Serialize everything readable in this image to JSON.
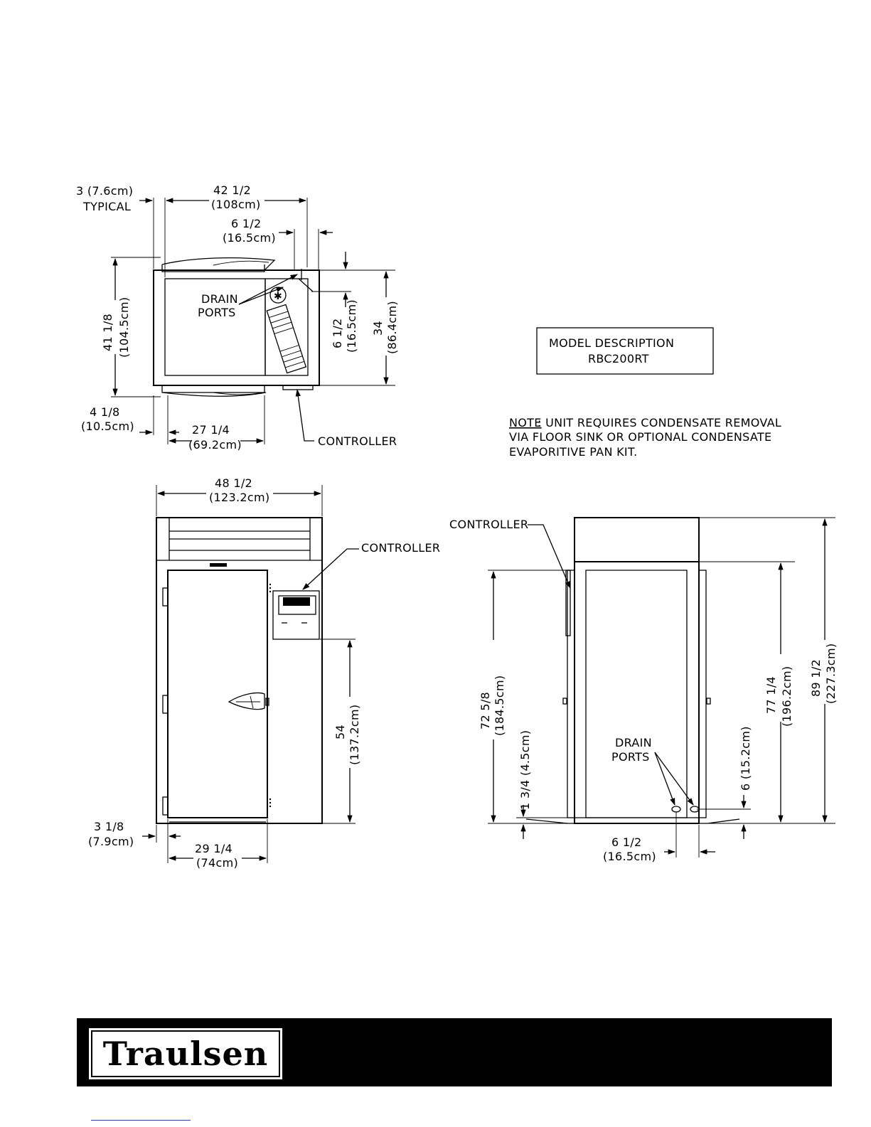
{
  "top_view": {
    "labels": {
      "typical_offset": "3 (7.6cm)",
      "typical": "TYPICAL",
      "width_in": "42  1/2",
      "width_cm": "(108cm)",
      "port_offset_in": "6  1/2",
      "port_offset_cm": "(16.5cm)",
      "depth_in": "41  1/8",
      "depth_cm": "(104.5cm)",
      "drain_ports_1": "DRAIN",
      "drain_ports_2": "PORTS",
      "side_port_in": "6  1/2",
      "side_port_cm": "(16.5cm)",
      "body_depth_in": "34",
      "body_depth_cm": "(86.4cm)",
      "front_offset_in": "4  1/8",
      "front_offset_cm": "(10.5cm)",
      "door_width_in": "27  1/4",
      "door_width_cm": "(69.2cm)",
      "controller": "CONTROLLER"
    }
  },
  "model_box": {
    "line1": "MODEL  DESCRIPTION",
    "line2": "RBC200RT"
  },
  "note": {
    "prefix": "NOTE",
    "line1": ":  UNIT  REQUIRES  CONDENSATE  REMOVAL",
    "line2": "VIA  FLOOR  SINK  OR  OPTIONAL  CONDENSATE",
    "line3": "EVAPORITIVE  PAN  KIT."
  },
  "front_view": {
    "labels": {
      "width_in": "48  1/2",
      "width_cm": "(123.2cm)",
      "controller": "CONTROLLER",
      "controller_height_in": "54",
      "controller_height_cm": "(137.2cm)",
      "side_offset_in": "3  1/8",
      "side_offset_cm": "(7.9cm)",
      "door_width_in": "29  1/4",
      "door_width_cm": "(74cm)"
    }
  },
  "side_view": {
    "labels": {
      "controller": "CONTROLLER",
      "door_height": "72  5/8",
      "door_height_cm": "(184.5cm)",
      "floor_offset": "1  3/4  (4.5cm)",
      "drain_ports_1": "DRAIN",
      "drain_ports_2": "PORTS",
      "drain_height": "6  (15.2cm)",
      "body_height": "77  1/4",
      "body_height_cm": "(196.2cm)",
      "overall_height": "89  1/2",
      "overall_height_cm": "(227.3cm)",
      "port_offset_in": "6  1/2",
      "port_offset_cm": "(16.5cm)"
    }
  },
  "footer": {
    "brand": "Traulsen",
    "background": "#000000"
  }
}
